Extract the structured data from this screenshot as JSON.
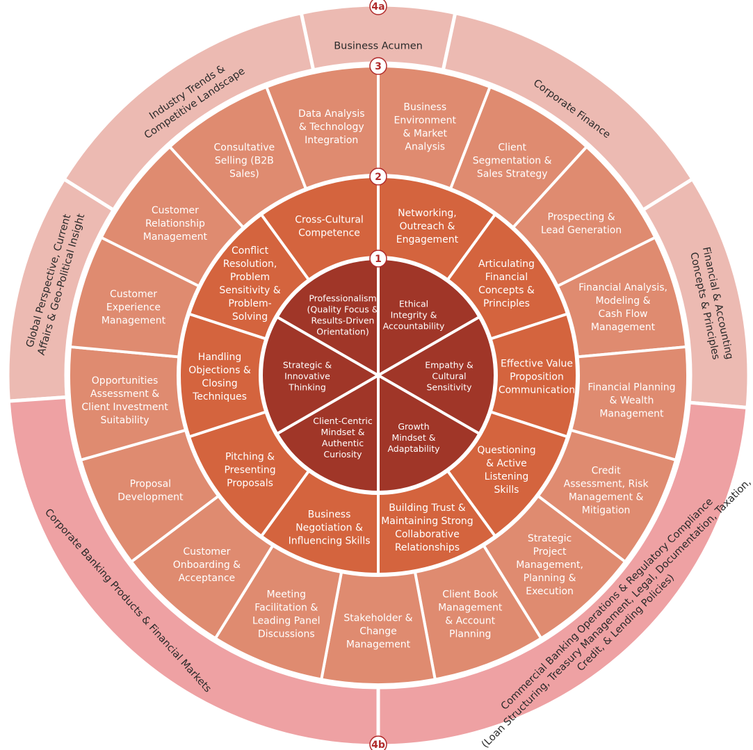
{
  "colors": {
    "core": "#a03628",
    "ring2": "#d4643e",
    "ring3": "#df8b70",
    "outer_a": "#ecbab2",
    "outer_b": "#eea1a3",
    "divider": "#ffffff",
    "badge_text": "#b02a2a",
    "outer_text": "#2a2a2a"
  },
  "badges": {
    "core": "1",
    "ring2": "2",
    "ring3": "3",
    "outer_a": "4a",
    "outer_b": "4b"
  },
  "core_segments": [
    {
      "id": "ethical",
      "lines": [
        "Ethical",
        "Integrity &",
        "Accountability"
      ]
    },
    {
      "id": "empathy",
      "lines": [
        "Empathy &",
        "Cultural",
        "Sensitivity"
      ]
    },
    {
      "id": "growth",
      "lines": [
        "Growth",
        "Mindset &",
        "Adaptability"
      ]
    },
    {
      "id": "client-centric",
      "lines": [
        "Client-Centric",
        "Mindset &",
        "Authentic",
        "Curiosity"
      ]
    },
    {
      "id": "strategic",
      "lines": [
        "Strategic &",
        "Innovative",
        "Thinking"
      ]
    },
    {
      "id": "professionalism",
      "lines": [
        "Professionalism",
        "(Quality Focus &",
        "Results-Driven",
        "Orientation)"
      ]
    }
  ],
  "ring2_segments": [
    {
      "id": "networking",
      "lines": [
        "Networking,",
        "Outreach &",
        "Engagement"
      ]
    },
    {
      "id": "articulating",
      "lines": [
        "Articulating",
        "Financial",
        "Concepts &",
        "Principles"
      ]
    },
    {
      "id": "value-prop",
      "lines": [
        "Effective Value",
        "Proposition",
        "Communication"
      ]
    },
    {
      "id": "questioning",
      "lines": [
        "Questioning",
        "& Active",
        "Listening",
        "Skills"
      ]
    },
    {
      "id": "building-trust",
      "lines": [
        "Building Trust &",
        "Maintaining Strong",
        "Collaborative",
        "Relationships"
      ]
    },
    {
      "id": "negotiation",
      "lines": [
        "Business",
        "Negotiation &",
        "Influencing Skills"
      ]
    },
    {
      "id": "pitching",
      "lines": [
        "Pitching &",
        "Presenting",
        "Proposals"
      ]
    },
    {
      "id": "objections",
      "lines": [
        "Handling",
        "Objections &",
        "Closing",
        "Techniques"
      ]
    },
    {
      "id": "conflict",
      "lines": [
        "Conflict",
        "Resolution,",
        "Problem",
        "Sensitivity &",
        "Problem-",
        "Solving"
      ]
    },
    {
      "id": "cross-cultural",
      "lines": [
        "Cross-Cultural",
        "Competence"
      ]
    }
  ],
  "ring3_segments": [
    {
      "id": "business-environment",
      "lines": [
        "Business",
        "Environment",
        "& Market",
        "Analysis"
      ]
    },
    {
      "id": "client-segmentation",
      "lines": [
        "Client",
        "Segmentation &",
        "Sales Strategy"
      ]
    },
    {
      "id": "prospecting",
      "lines": [
        "Prospecting &",
        "Lead Generation"
      ]
    },
    {
      "id": "financial-analysis",
      "lines": [
        "Financial Analysis,",
        "Modeling &",
        "Cash Flow",
        "Management"
      ]
    },
    {
      "id": "financial-planning",
      "lines": [
        "Financial Planning",
        "& Wealth",
        "Management"
      ]
    },
    {
      "id": "credit",
      "lines": [
        "Credit",
        "Assessment, Risk",
        "Management &",
        "Mitigation"
      ]
    },
    {
      "id": "strategic-project",
      "lines": [
        "Strategic",
        "Project",
        "Management,",
        "Planning &",
        "Execution"
      ]
    },
    {
      "id": "client-book",
      "lines": [
        "Client Book",
        "Management",
        "& Account",
        "Planning"
      ]
    },
    {
      "id": "stakeholder",
      "lines": [
        "Stakeholder &",
        "Change",
        "Management"
      ]
    },
    {
      "id": "meeting",
      "lines": [
        "Meeting",
        "Facilitation &",
        "Leading Panel",
        "Discussions"
      ]
    },
    {
      "id": "onboarding",
      "lines": [
        "Customer",
        "Onboarding &",
        "Acceptance"
      ]
    },
    {
      "id": "proposal",
      "lines": [
        "Proposal",
        "Development"
      ]
    },
    {
      "id": "opportunities",
      "lines": [
        "Opportunities",
        "Assessment &",
        "Client Investment",
        "Suitability"
      ]
    },
    {
      "id": "customer-experience",
      "lines": [
        "Customer",
        "Experience",
        "Management"
      ]
    },
    {
      "id": "crm",
      "lines": [
        "Customer",
        "Relationship",
        "Management"
      ]
    },
    {
      "id": "consultative",
      "lines": [
        "Consultative",
        "Selling (B2B",
        "Sales)"
      ]
    },
    {
      "id": "data-analysis",
      "lines": [
        "Data Analysis",
        "& Technology",
        "Integration"
      ]
    }
  ],
  "outer_a_segments": [
    {
      "id": "business-acumen",
      "lines": [
        "Business Acumen"
      ]
    },
    {
      "id": "corporate-finance",
      "lines": [
        "Corporate Finance"
      ]
    },
    {
      "id": "financial-accounting",
      "lines": [
        "Financial & Accounting",
        "Concepts & Principles"
      ]
    },
    {
      "id": "global-perspective",
      "lines": [
        "Global Perspective, Current",
        "Affairs & Geo-Political Insight"
      ]
    },
    {
      "id": "industry-trends",
      "lines": [
        "Industry Trends &",
        "Competitive Landscape"
      ]
    }
  ],
  "outer_b_segments": [
    {
      "id": "commercial-banking",
      "lines": [
        "Commercial Banking Operations & Regulatory Compliance",
        "(Loan Structuring, Treasury Management, Legal, Documentation, Taxation,",
        "Credit, & Lending Policies)"
      ]
    },
    {
      "id": "corporate-banking",
      "lines": [
        "Corporate Banking Products & Financial Markets"
      ]
    }
  ]
}
